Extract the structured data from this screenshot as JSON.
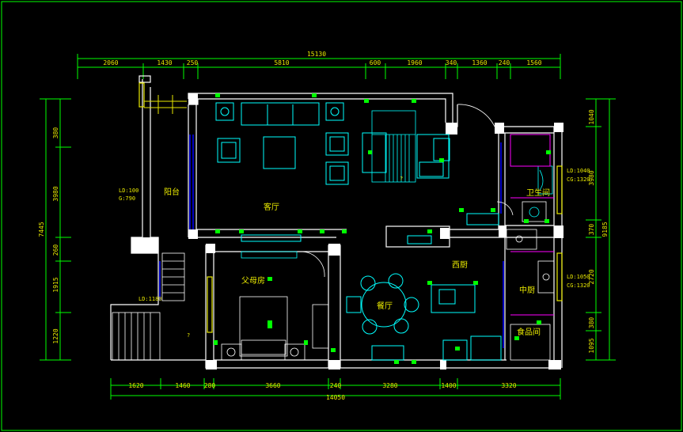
{
  "dims_top": {
    "total": "15130",
    "segments": [
      "2060",
      "1430",
      "250",
      "5810",
      "600",
      "1960",
      "340",
      "1360",
      "240",
      "1560"
    ]
  },
  "dims_bottom": {
    "total": "14050",
    "segments": [
      "1620",
      "1460",
      "280",
      "3660",
      "240",
      "3280",
      "1400",
      "3320"
    ]
  },
  "dims_left": {
    "total": "7445",
    "segments": [
      "380",
      "3980",
      "260",
      "1915",
      "1220"
    ]
  },
  "dims_right": {
    "total": "9185",
    "segments": [
      "1040",
      "3980",
      "370",
      "2720",
      "380",
      "1095"
    ]
  },
  "rooms": {
    "living": "客厅",
    "balcony": "阳台",
    "parents_bedroom": "父母房",
    "dining": "餐厅",
    "western_kitchen": "西厨",
    "kitchen": "中厨",
    "pantry": "食品间",
    "bathroom": "卫生间"
  },
  "notes": {
    "balcony_ld": "LD:100",
    "balcony_g": "G:790",
    "stair_ld": "LD:1180",
    "bath_ld": "LD:1040",
    "bath_cg": "CG:1320",
    "kitchen_ld": "LD:1050",
    "kitchen_cg": "CG:1320",
    "stair_q": "?",
    "stair_q2": "?"
  },
  "colors": {
    "wall": "#ffffff",
    "dimension": "#00ff00",
    "furniture": "#00ffff",
    "window": "#0000ff",
    "label": "#e8e800",
    "magenta": "#ff00ff"
  }
}
